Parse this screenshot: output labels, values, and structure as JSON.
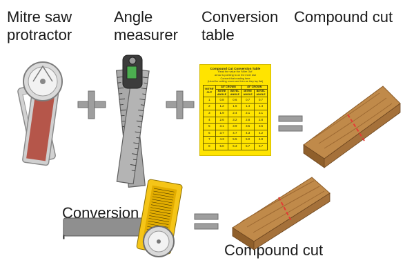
{
  "labels": {
    "mitre_saw_protractor": "Mitre saw\nprotractor",
    "angle_measurer": "Angle\nmeasurer",
    "conversion_table": "Conversion\ntable",
    "compound_cut_top": "Compound cut",
    "conversion_protractor": "Conversion\nprotractor",
    "compound_cut_bottom": "Compound cut"
  },
  "operators": {
    "plus": "+",
    "equals": "="
  },
  "table": {
    "title": "Compound Cut Conversion Table",
    "notes": [
      "Read the value the 'Mitre Out'",
      "arrow is pointing to on the inner dial",
      "Convert that reading here",
      "(Used for cutting crown and trim as they lay flat)"
    ],
    "header_mitre": "'MITRE' CUT",
    "header_crown1": "38° CROWN",
    "header_crown2": "45° CROWN",
    "sub_mitre": "MITRE ANGLE",
    "sub_bevel": "BEVEL ANGLE",
    "rows": [
      [
        "1",
        "0.8",
        "0.6",
        "0.7",
        "0.7"
      ],
      [
        "2",
        "1.2",
        "1.6",
        "1.4",
        "1.4"
      ],
      [
        "3",
        "1.9",
        "2.4",
        "2.1",
        "2.1"
      ],
      [
        "4",
        "2.6",
        "3.2",
        "2.8",
        "2.8"
      ],
      [
        "5",
        "3.1",
        "3.9",
        "3.5",
        "3.5"
      ],
      [
        "6",
        "3.7",
        "4.7",
        "4.3",
        "4.2"
      ],
      [
        "7",
        "4.3",
        "5.5",
        "5.0",
        "4.9"
      ],
      [
        "8",
        "5.0",
        "6.3",
        "5.7",
        "5.7"
      ]
    ]
  },
  "colors": {
    "text": "#1a1a1a",
    "protractor_metal": "#c9c9c9",
    "protractor_blade": "#b5564a",
    "ruler_metal": "#a9a9a9",
    "display_green": "#4caf50",
    "table_yellow": "#ffe400",
    "operator_grey": "#9e9e9e",
    "wood": "#c08a4a",
    "cut_line": "#e53935",
    "conversion_yellow": "#f5c518"
  }
}
